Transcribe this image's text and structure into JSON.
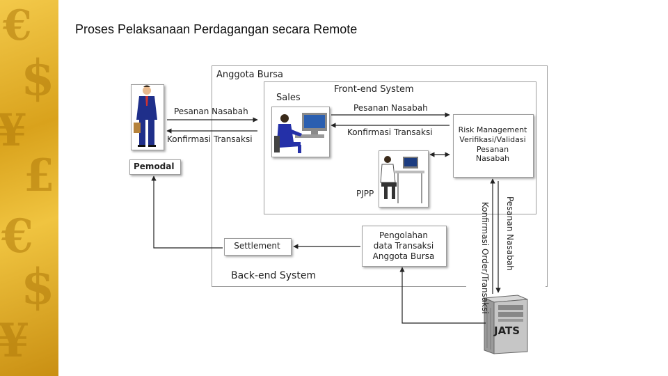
{
  "slide": {
    "title": "Proses Pelaksanaan Perdagangan secara Remote"
  },
  "diagram": {
    "anggota_bursa": "Anggota Bursa",
    "front_end": "Front-end System",
    "back_end": "Back-end System",
    "sales": "Sales",
    "pjpp": "PJPP",
    "pemodal": "Pemodal",
    "jats": "JATS",
    "settlement": "Settlement",
    "risk_management": [
      "Risk Management",
      "Verifikasi/Validasi",
      "Pesanan",
      "Nasabah"
    ],
    "pengolahan": [
      "Pengolahan",
      "data Transaksi",
      "Anggota Bursa"
    ],
    "arrows": {
      "pesanan_nasabah_left": "Pesanan Nasabah",
      "konfirmasi_transaksi_left": "Konfirmasi Transaksi",
      "pesanan_nasabah_right": "Pesanan Nasabah",
      "konfirmasi_transaksi_right": "Konfirmasi Transaksi",
      "konfirmasi_order": [
        "Konfirmasi",
        "Order/Transaksi"
      ],
      "pesanan_nasabah_vertical": "Pesanan Nasabah"
    }
  }
}
